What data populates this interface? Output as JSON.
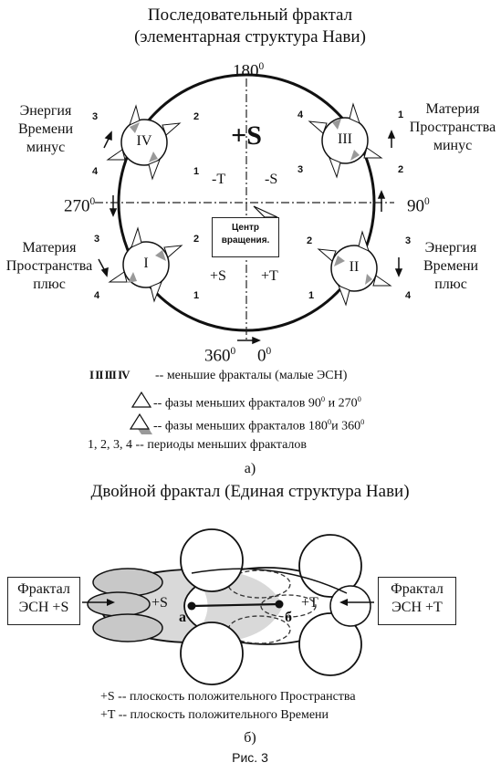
{
  "figure_a": {
    "title_line1": "Последовательный фрактал",
    "title_line2": "(элементарная структура Нави)",
    "angle_top": "180",
    "angle_left": "270",
    "angle_right": "90",
    "angle_bottom_left": "360",
    "angle_bottom_right": "0",
    "degree_sup": "0",
    "center_top_label": "+S",
    "q_minus_t": "-T",
    "q_minus_s": "-S",
    "q_plus_s": "+S",
    "q_plus_t": "+T",
    "center_box_line1": "Центр",
    "center_box_line2": "вращения.",
    "corner_top_left": [
      "Энергия",
      "Времени",
      "минус"
    ],
    "corner_top_right": [
      "Материя",
      "Пространства",
      "минус"
    ],
    "corner_bottom_left": [
      "Материя",
      "Пространства",
      "плюс"
    ],
    "corner_bottom_right": [
      "Энергия",
      "Времени",
      "плюс"
    ],
    "roman": [
      "I",
      "II",
      "III",
      "IV"
    ],
    "period_numbers": [
      "1",
      "2",
      "3",
      "4"
    ],
    "legend_fractals_symbol": "I II III IV",
    "legend_fractals": "-- меньшие фракталы (малые ЭСН)",
    "legend_phases_1": "-- фазы меньших фракталов 90",
    "legend_phases_1_and": " и 270",
    "legend_phases_2": "-- фазы меньших фракталов 180",
    "legend_phases_2_and": "и 360",
    "legend_periods": "1, 2, 3, 4 -- периоды меньших фракталов",
    "caption": "а)"
  },
  "figure_b": {
    "title": "Двойной фрактал (Единая структура Нави)",
    "box_left_line1": "Фрактал",
    "box_left_line2": "ЭСН +S",
    "box_right_line1": "Фрактал",
    "box_right_line2": "ЭСН +T",
    "label_plus_s": "+S",
    "label_plus_t": "+T",
    "point_a": "а",
    "point_b": "б",
    "legend_s": "+S -- плоскость положительного Пространства",
    "legend_t": "+T -- плоскость положительного Времени",
    "caption": "б)",
    "fig_caption": "Рис. 3"
  }
}
